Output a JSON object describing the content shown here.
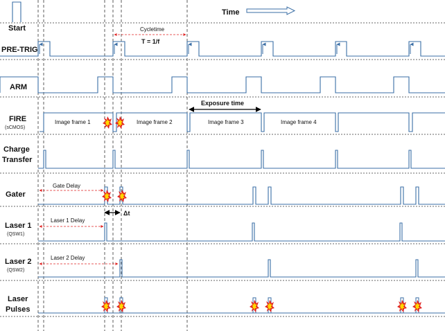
{
  "header": {
    "time_label": "Time"
  },
  "rows": [
    {
      "label": "Start",
      "sub": ""
    },
    {
      "label": "PRE-TRIG",
      "sub": ""
    },
    {
      "label": "ARM",
      "sub": ""
    },
    {
      "label": "FIRE",
      "sub": "(sCMOS)"
    },
    {
      "label": "Charge",
      "label2": "Transfer",
      "sub": ""
    },
    {
      "label": "Gater",
      "sub": ""
    },
    {
      "label": "Laser 1",
      "sub": "(QSW1)"
    },
    {
      "label": "Laser 2",
      "sub": "(QSW2)"
    },
    {
      "label": "Laser",
      "label2": "Pulses",
      "sub": ""
    }
  ],
  "annotations": {
    "cycletime": "Cycletime",
    "frequency": "T = 1/f",
    "exposure_time": "Exposure time",
    "gate_delay": "Gate Delay",
    "laser1_delay": "Laser 1 Delay",
    "laser2_delay": "Laser 2 Delay",
    "delta_t": "Δt"
  },
  "frames": [
    "Image frame 1",
    "Image frame 2",
    "Image frame 3",
    "Image frame 4"
  ],
  "colors": {
    "signal": "#3a6ea5",
    "delay_arrow": "#e02020",
    "flash_outer": "#e02020",
    "flash_inner": "#ffd700"
  }
}
